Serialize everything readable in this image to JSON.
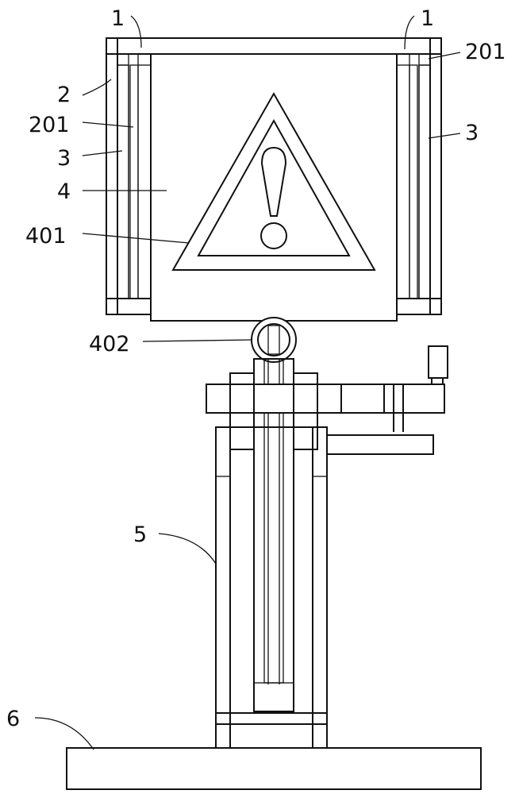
{
  "labels": {
    "top_left_1": "1",
    "top_right_1": "1",
    "frame_2": "2",
    "left_201": "201",
    "right_201": "201",
    "left_3": "3",
    "right_3": "3",
    "panel_4": "4",
    "triangle_401": "401",
    "hinge_402": "402",
    "column_5": "5",
    "base_6": "6"
  }
}
